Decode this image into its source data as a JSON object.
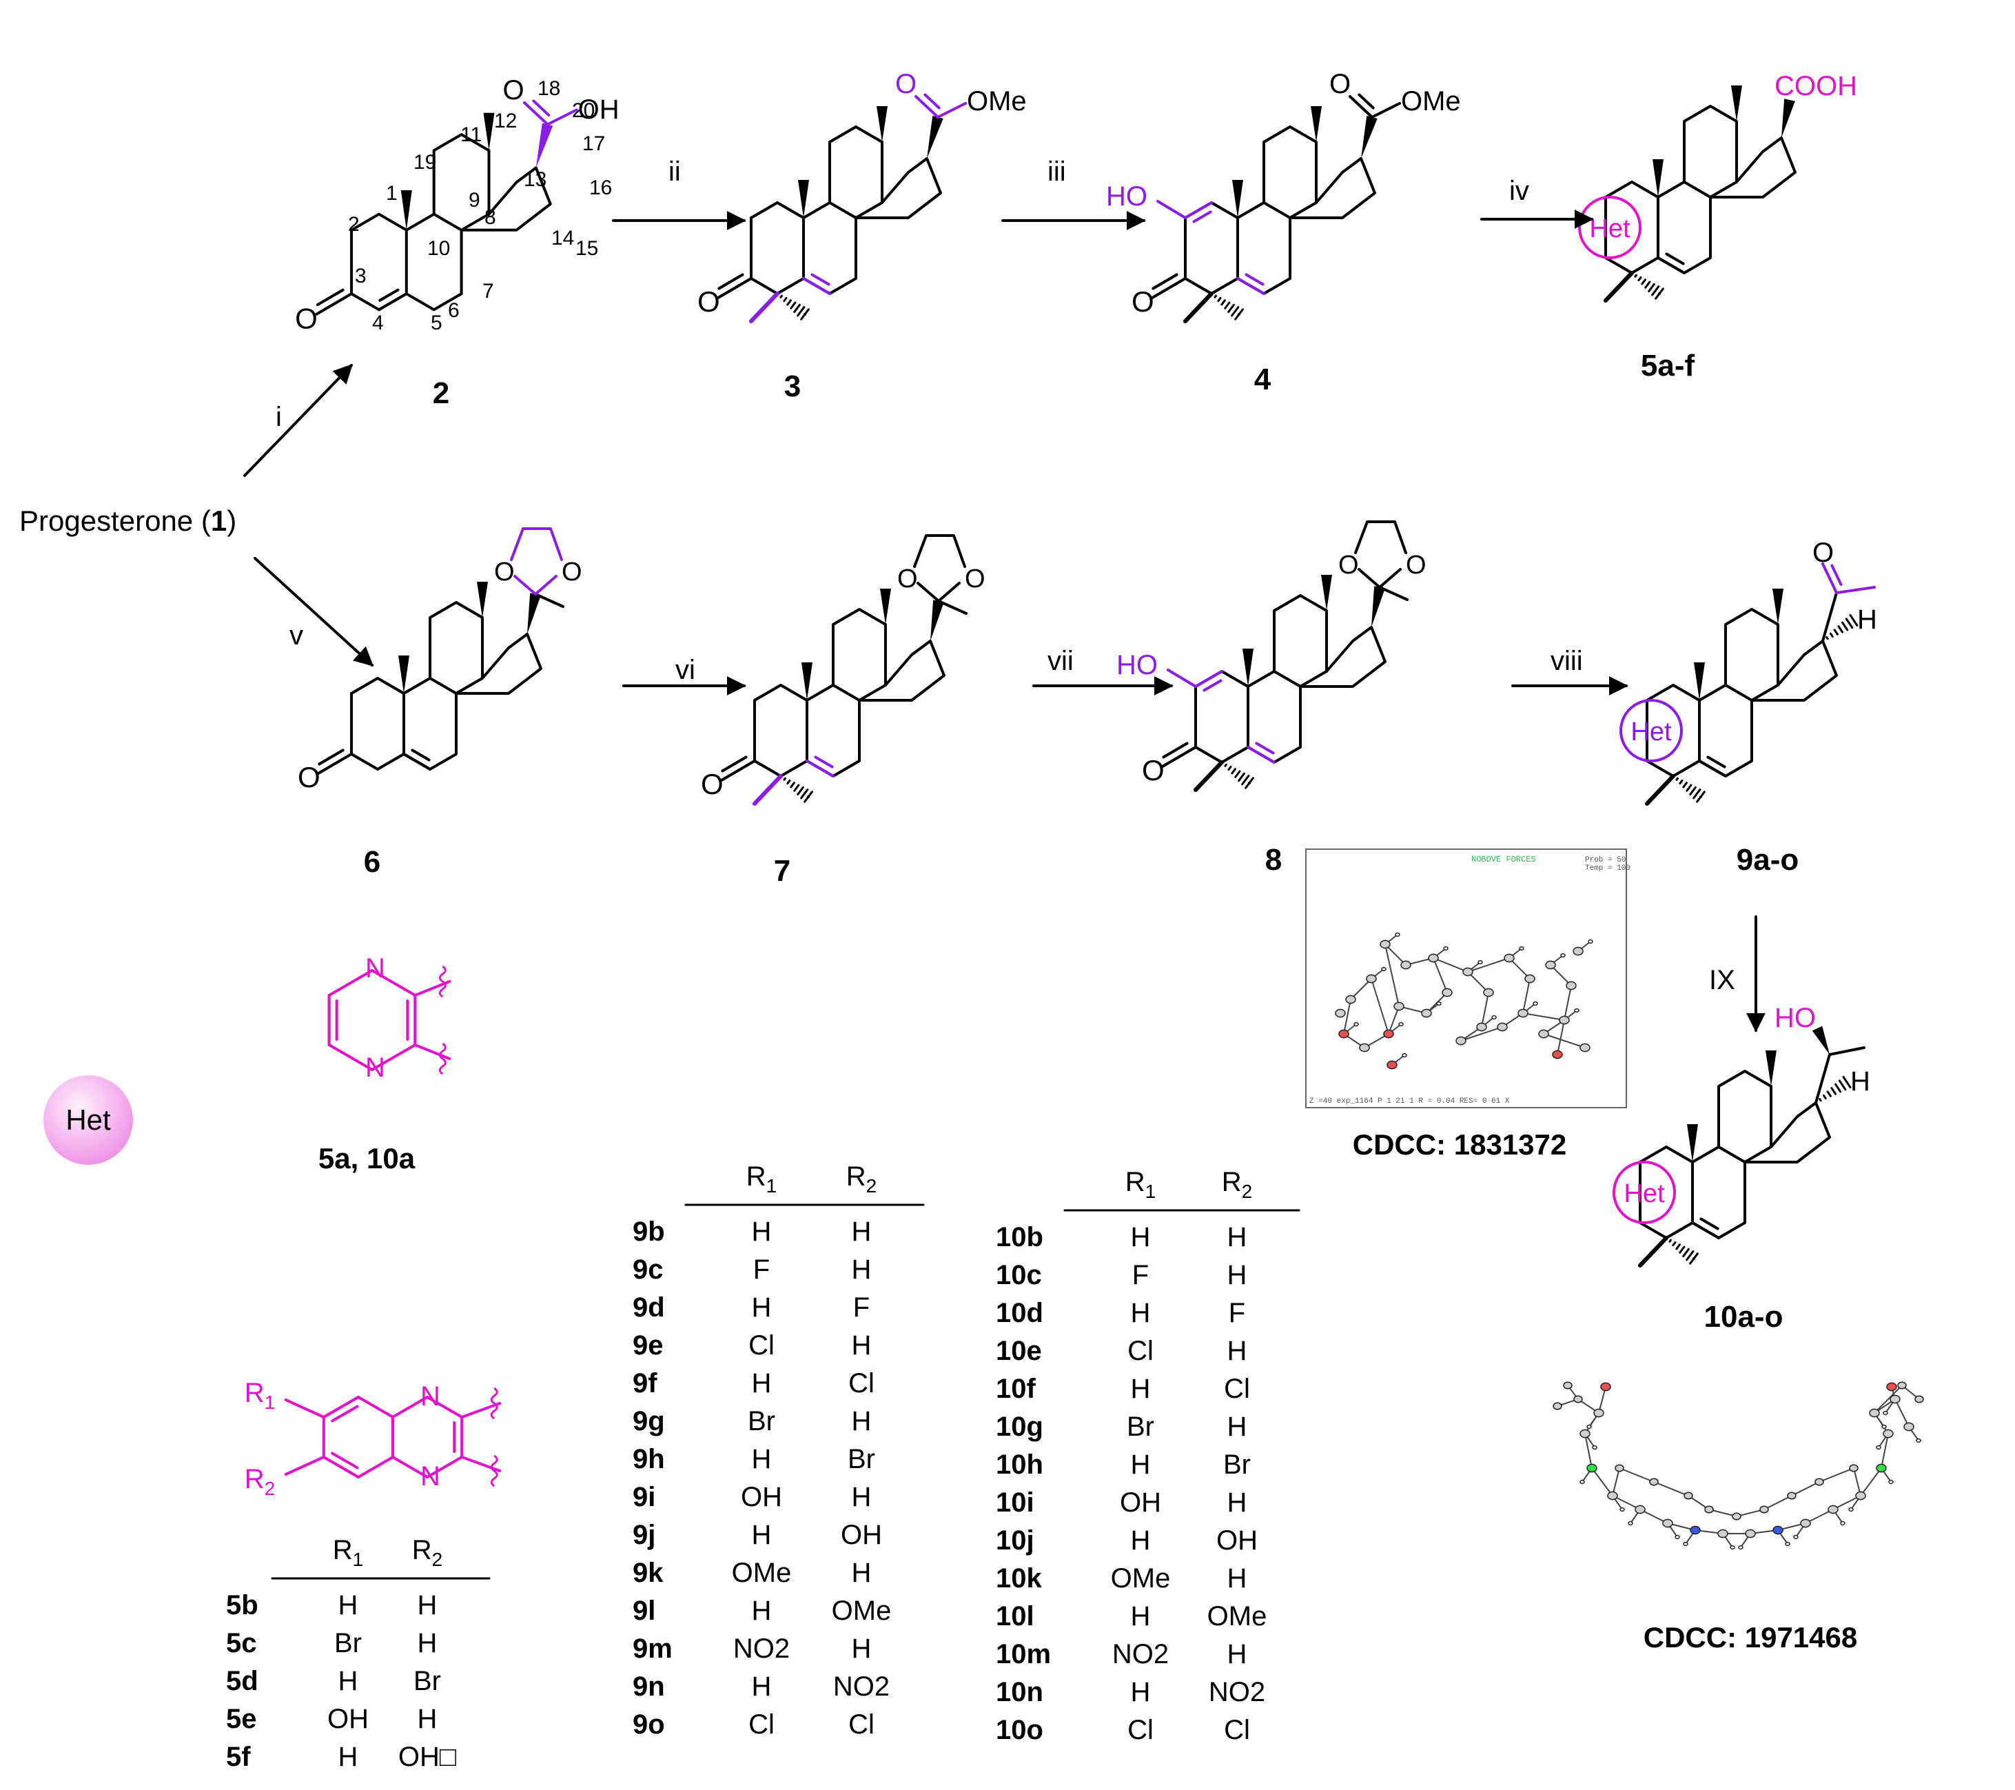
{
  "colors": {
    "bond": "#000000",
    "highlight_purple": "#8a1ee6",
    "highlight_magenta": "#e014c8",
    "het_bubble": "#f3a6ef"
  },
  "start_material": {
    "text": "Progesterone (",
    "bold": "1",
    "close": ")"
  },
  "reagents": [
    "i",
    "ii",
    "iii",
    "iv",
    "v",
    "vi",
    "vii",
    "viii",
    "IX"
  ],
  "compound_labels": {
    "c2": "2",
    "c3": "3",
    "c4": "4",
    "c5": "5a-f",
    "c6": "6",
    "c7": "7",
    "c8": "8",
    "c9": "9a-o",
    "c10": "10a-o",
    "het_pyrazine": "5a, 10a"
  },
  "atom_numbers": [
    "1",
    "2",
    "3",
    "4",
    "5",
    "6",
    "7",
    "8",
    "9",
    "10",
    "11",
    "12",
    "13",
    "14",
    "15",
    "16",
    "17",
    "18",
    "19",
    "20"
  ],
  "groups": {
    "oh": "OH",
    "ome": "OMe",
    "cooh": "COOH",
    "ho": "HO",
    "o": "O",
    "h": "H",
    "het": "Het",
    "n": "N",
    "r1": "R1",
    "r2": "R2"
  },
  "crystal": {
    "ccdc1": "CDCC: 1831372",
    "ccdc2": "CDCC: 1971468",
    "ortep_title": "NOBOVE FORCES",
    "ortep_prob": "Prob = 50",
    "ortep_temp": "Temp = 100",
    "ortep_footer": "Z =40   exp_1164  P 1 21 1    R = 0.04        RES=   0   61 X"
  },
  "tables": {
    "header": {
      "r1": "R1",
      "r2": "R2"
    },
    "table5": [
      {
        "id": "5b",
        "r1": "H",
        "r2": "H"
      },
      {
        "id": "5c",
        "r1": "Br",
        "r2": "H"
      },
      {
        "id": "5d",
        "r1": "H",
        "r2": "Br"
      },
      {
        "id": "5e",
        "r1": "OH",
        "r2": "H"
      },
      {
        "id": "5f",
        "r1": "H",
        "r2": "OH□"
      }
    ],
    "table9": [
      {
        "id": "9b",
        "r1": "H",
        "r2": "H"
      },
      {
        "id": "9c",
        "r1": "F",
        "r2": "H"
      },
      {
        "id": "9d",
        "r1": "H",
        "r2": "F"
      },
      {
        "id": "9e",
        "r1": "Cl",
        "r2": "H"
      },
      {
        "id": "9f",
        "r1": "H",
        "r2": "Cl"
      },
      {
        "id": "9g",
        "r1": "Br",
        "r2": "H"
      },
      {
        "id": "9h",
        "r1": "H",
        "r2": "Br"
      },
      {
        "id": "9i",
        "r1": "OH",
        "r2": "H"
      },
      {
        "id": "9j",
        "r1": "H",
        "r2": "OH"
      },
      {
        "id": "9k",
        "r1": "OMe",
        "r2": "H"
      },
      {
        "id": "9l",
        "r1": "H",
        "r2": "OMe"
      },
      {
        "id": "9m",
        "r1": "NO2",
        "r2": "H"
      },
      {
        "id": "9n",
        "r1": "H",
        "r2": "NO2"
      },
      {
        "id": "9o",
        "r1": "Cl",
        "r2": "Cl"
      }
    ],
    "table10": [
      {
        "id": "10b",
        "r1": "H",
        "r2": "H"
      },
      {
        "id": "10c",
        "r1": "F",
        "r2": "H"
      },
      {
        "id": "10d",
        "r1": "H",
        "r2": "F"
      },
      {
        "id": "10e",
        "r1": "Cl",
        "r2": "H"
      },
      {
        "id": "10f",
        "r1": "H",
        "r2": "Cl"
      },
      {
        "id": "10g",
        "r1": "Br",
        "r2": "H"
      },
      {
        "id": "10h",
        "r1": "H",
        "r2": "Br"
      },
      {
        "id": "10i",
        "r1": "OH",
        "r2": "H"
      },
      {
        "id": "10j",
        "r1": "H",
        "r2": "OH"
      },
      {
        "id": "10k",
        "r1": "OMe",
        "r2": "H"
      },
      {
        "id": "10l",
        "r1": "H",
        "r2": "OMe"
      },
      {
        "id": "10m",
        "r1": "NO2",
        "r2": "H"
      },
      {
        "id": "10n",
        "r1": "H",
        "r2": "NO2"
      },
      {
        "id": "10o",
        "r1": "Cl",
        "r2": "Cl"
      }
    ]
  }
}
